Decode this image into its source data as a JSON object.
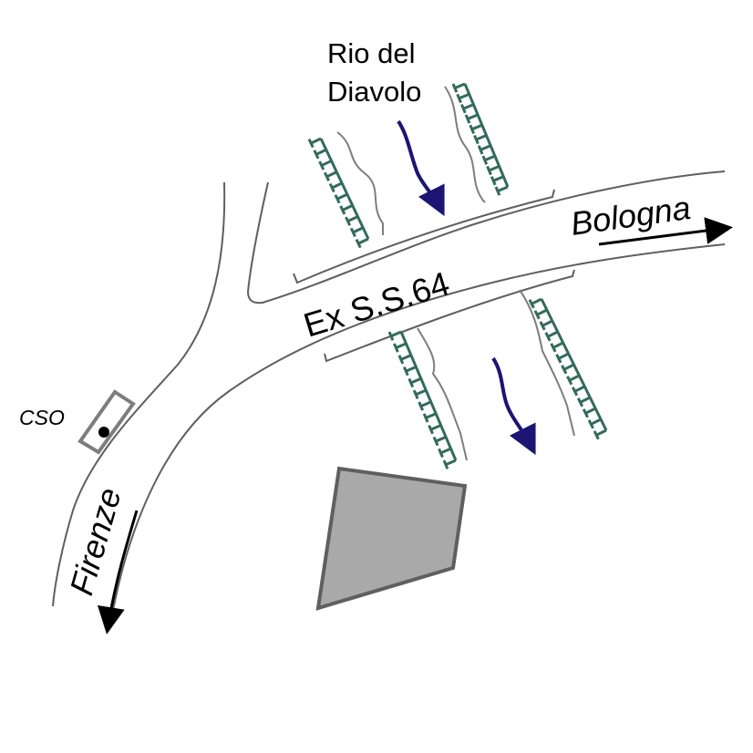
{
  "labels": {
    "river_line1": "Rio del",
    "river_line2": "Diavolo",
    "road": "Ex S.S.64",
    "north_destination": "Bologna",
    "south_destination": "Firenze",
    "outfall": "CSO"
  },
  "colors": {
    "road_edge": "#5f5f5f",
    "river_bank": "#7d7d7d",
    "embankment": "#336b5b",
    "flow_arrow": "#1c1573",
    "building": "#a9a9a9",
    "building_edge": "#5f5f5f",
    "text": "#000000"
  },
  "icons": {
    "flow_direction": "flow-arrow-icon",
    "embankment": "embankment-hatch-icon",
    "direction": "direction-arrow-icon",
    "outfall_point": "cso-point-icon"
  }
}
